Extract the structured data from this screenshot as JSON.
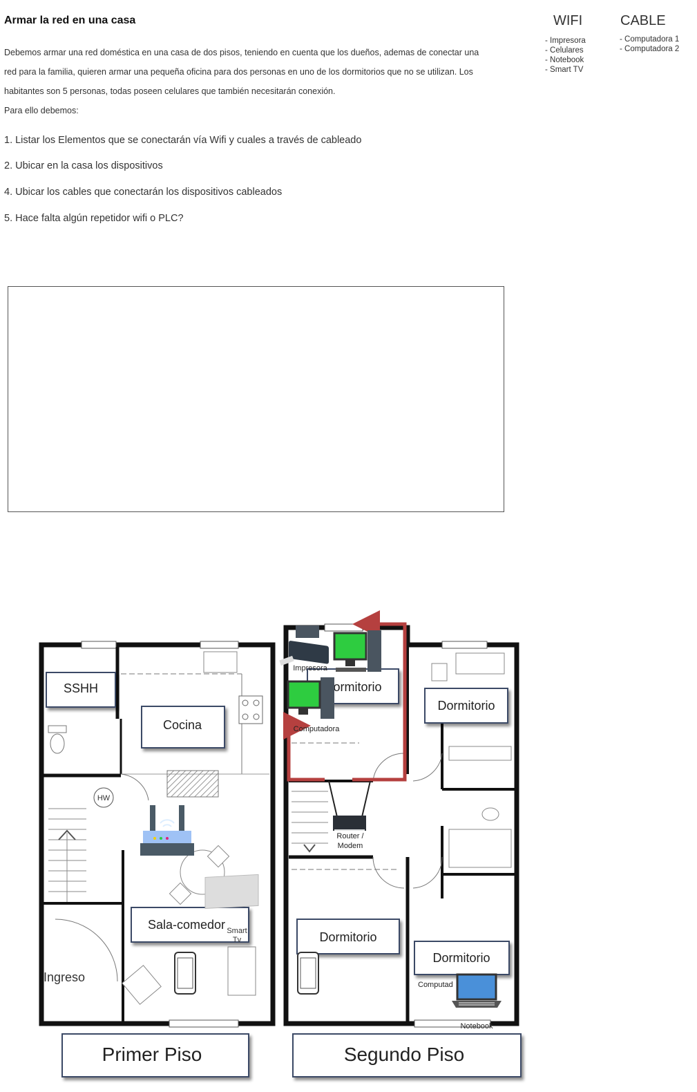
{
  "doc": {
    "title": "Armar la red en una casa",
    "paragraph_lines": [
      "Debemos armar una red doméstica en una casa de dos pisos, teniendo en cuenta que los dueños, ademas de conectar una",
      "red para la familia, quieren armar una pequeña oficina para dos personas en uno de los dormitorios que no se utilizan. Los",
      "habitantes son 5 personas, todas poseen celulares que también necesitarán conexión.",
      "Para ello debemos:"
    ],
    "steps": [
      "1. Listar los Elementos que se conectarán vía Wifi y cuales a través de cableado",
      "2. Ubicar en la casa los dispositivos",
      "4. Ubicar los cables que conectarán los dispositivos cableados",
      "5. Hace falta algún repetidor wifi o PLC?"
    ]
  },
  "columns": {
    "wifi": {
      "title": "WIFI",
      "items": [
        "- Impresora",
        "- Celulares",
        "- Notebook",
        "- Smart TV"
      ]
    },
    "cable": {
      "title": "CABLE",
      "items": [
        "- Computadora 1",
        "- Computadora 2"
      ]
    }
  },
  "floorplan": {
    "first_floor": {
      "label": "Primer Piso",
      "rooms": {
        "sshh": "SSHH",
        "cocina": "Cocina",
        "sala": "Sala-comedor",
        "ingreso": "Ingreso",
        "hw": "HW"
      }
    },
    "second_floor": {
      "label": "Segundo Piso",
      "rooms": {
        "dorm_office": "Dormitorio",
        "dorm_right": "Dormitorio",
        "dorm_bottom_left": "Dormitorio",
        "dorm_bottom_right": "Dormitorio"
      }
    },
    "devices": {
      "impresora": "Impresora",
      "computadora": "Computadora",
      "router": [
        "Router /",
        "Modem"
      ],
      "smart_tv": [
        "Smart",
        "Tv"
      ],
      "computad": "Computad",
      "notebook": "Notebook"
    }
  },
  "colors": {
    "cable_line": "#b5403f",
    "monitor_screen": "#2ecc40",
    "router_body": "#9fc2f5",
    "wall": "#111111",
    "label_box_border": "#3a4a66"
  }
}
